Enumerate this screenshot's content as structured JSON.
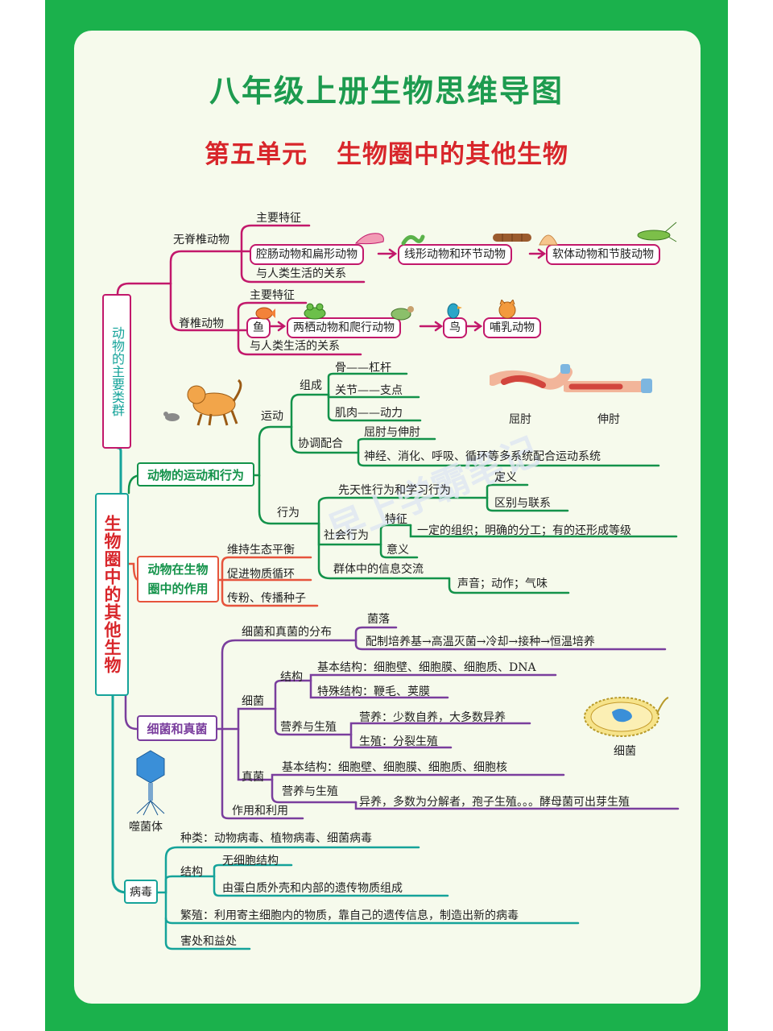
{
  "title": "八年级上册生物思维导图",
  "unit": "第五单元",
  "unit_title": "生物圈中的其他生物",
  "root": "生物圈中的其他生物",
  "animal_groups": {
    "label": "动物的主要类群",
    "invertebrates": "无脊椎动物",
    "inv_feature": "主要特征",
    "inv_chain": [
      "腔肠动物和扁形动物",
      "线形动物和环节动物",
      "软体动物和节肢动物"
    ],
    "inv_relation": "与人类生活的关系",
    "vertebrates": "脊椎动物",
    "vert_feature": "主要特征",
    "vert_chain": [
      "鱼",
      "两栖动物和爬行动物",
      "鸟",
      "哺乳动物"
    ],
    "vert_relation": "与人类生活的关系"
  },
  "movement": {
    "label": "动物的运动和行为",
    "motion": "运动",
    "composition": "组成",
    "bone": "骨——杠杆",
    "joint": "关节——支点",
    "muscle": "肌肉——动力",
    "coordination": "协调配合",
    "flex_ext": "屈肘与伸肘",
    "systems": "神经、消化、呼吸、循环等多系统配合运动系统",
    "behavior": "行为",
    "innate": "先天性行为和学习行为",
    "definition": "定义",
    "difference": "区别与联系",
    "social": "社会行为",
    "trait": "特征",
    "trait_detail": "一定的组织；明确的分工；有的还形成等级",
    "meaning": "意义",
    "info": "群体中的信息交流",
    "info_detail": "声音；动作；气味",
    "cap_flex": "屈肘",
    "cap_ext": "伸肘"
  },
  "role": {
    "label_1": "动物在生物",
    "label_2": "圈中的作用",
    "items": [
      "维持生态平衡",
      "促进物质循环",
      "传粉、传播种子"
    ]
  },
  "microbes": {
    "label": "细菌和真菌",
    "distribution": "细菌和真菌的分布",
    "colony": "菌落",
    "culture": "配制培养基→高温灭菌→冷却→接种→恒温培养",
    "bacteria": "细菌",
    "structure": "结构",
    "basic": "基本结构：细胞壁、细胞膜、细胞质、DNA",
    "special": "特殊结构：鞭毛、荚膜",
    "nutrition": "营养与生殖",
    "nutr_detail": "营养：少数自养，大多数异养",
    "repro_detail": "生殖：分裂生殖",
    "fungi": "真菌",
    "fungi_basic": "基本结构：细胞壁、细胞膜、细胞质、细胞核",
    "fungi_nutr": "营养与生殖",
    "fungi_nutr_detail": "异养，多数为分解者，孢子生殖。。。酵母菌可出芽生殖",
    "use": "作用和利用",
    "cap_bacteria": "细菌",
    "cap_phage": "噬菌体"
  },
  "virus": {
    "label": "病毒",
    "types": "种类：动物病毒、植物病毒、细菌病毒",
    "structure": "结构",
    "no_cell": "无细胞结构",
    "composition": "由蛋白质外壳和内部的遗传物质组成",
    "repro": "繁殖：利用寄主细胞内的物质，靠自己的遗传信息，制造出新的病毒",
    "harm": "害处和益处"
  },
  "watermark": "早上学霸笔记",
  "colors": {
    "frame": "#1bb14c",
    "title": "#1d9b4f",
    "subtitle": "#d8262b",
    "animal_branch": "#c2186b",
    "movement_branch": "#13924a",
    "role_branch": "#e6543c",
    "microbe_branch": "#7a3e9d",
    "virus_branch": "#15a39a"
  }
}
